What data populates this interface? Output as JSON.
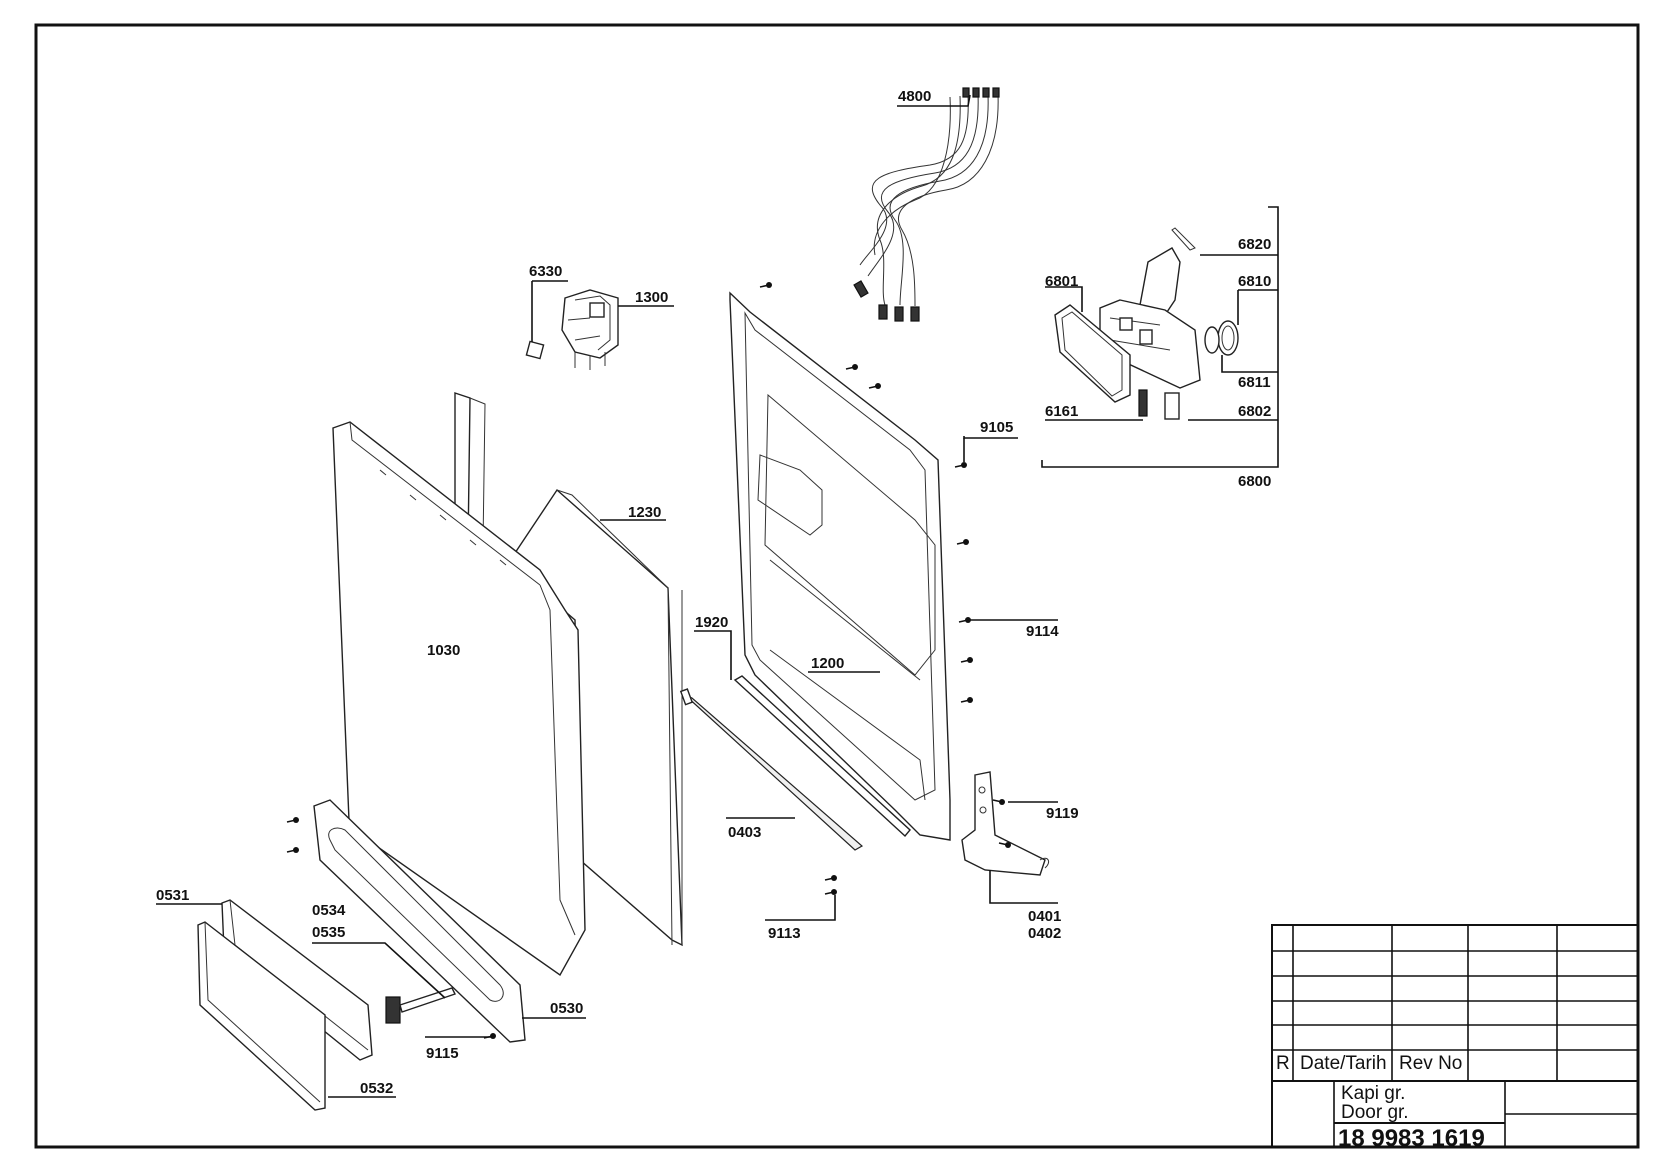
{
  "parts": [
    {
      "label": "4800"
    },
    {
      "label": "6330"
    },
    {
      "label": "1300"
    },
    {
      "label": "6820"
    },
    {
      "label": "6801"
    },
    {
      "label": "6810"
    },
    {
      "label": "6811"
    },
    {
      "label": "6161"
    },
    {
      "label": "6802"
    },
    {
      "label": "9105"
    },
    {
      "label": "6800"
    },
    {
      "label": "1230"
    },
    {
      "label": "1030"
    },
    {
      "label": "1920"
    },
    {
      "label": "1200"
    },
    {
      "label": "9114"
    },
    {
      "label": "9119"
    },
    {
      "label": "0403"
    },
    {
      "label": "0531"
    },
    {
      "label": "0534"
    },
    {
      "label": "0535"
    },
    {
      "label": "0530"
    },
    {
      "label": "9113"
    },
    {
      "label": "0401"
    },
    {
      "label": "0402"
    },
    {
      "label": "9115"
    },
    {
      "label": "0532"
    }
  ],
  "title_block": {
    "rev_col": "R",
    "date_col": "Date/Tarih",
    "revno_col": "Rev No",
    "desc_line1": "Kapi gr.",
    "desc_line2": "Door gr.",
    "drawing_number": "18 9983 1619"
  }
}
